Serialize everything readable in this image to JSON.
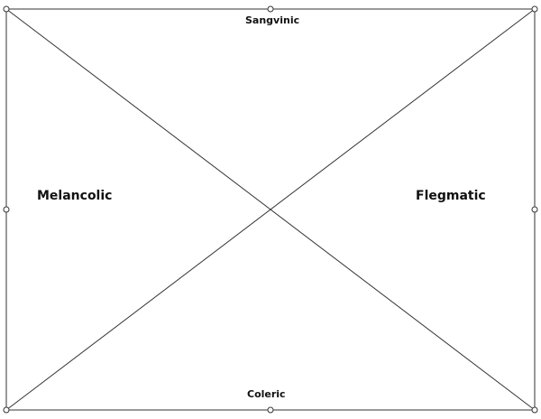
{
  "labels": {
    "top": "Sangvinic",
    "bottom": "Coleric",
    "left": "Melancolic",
    "right": "Flegmatic"
  },
  "colors": {
    "line": "#333333",
    "handle_fill": "#ffffff",
    "handle_stroke": "#333333",
    "text": "#111111"
  }
}
